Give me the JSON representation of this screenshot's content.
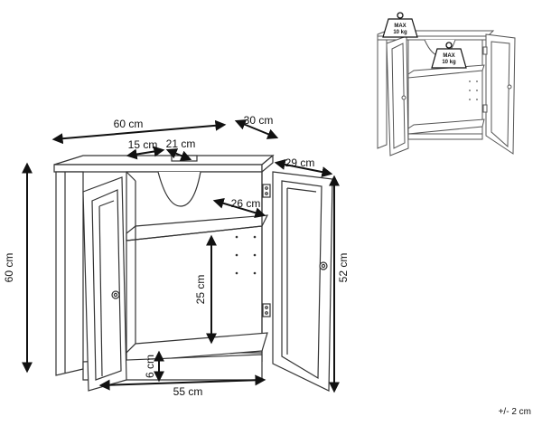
{
  "dimensions": {
    "width": "60 cm",
    "depth": "30 cm",
    "cutout_width": "15 cm",
    "cutout_depth": "21 cm",
    "door_depth": "29 cm",
    "shelf_depth": "26 cm",
    "overall_height": "60 cm",
    "inner_height": "25 cm",
    "door_height": "52 cm",
    "plinth_height": "6 cm",
    "inner_width": "55 cm"
  },
  "load_badges": [
    {
      "line1": "MAX",
      "line2": "10 kg"
    },
    {
      "line1": "MAX",
      "line2": "10 kg"
    }
  ],
  "tolerance": "+/- 2 cm"
}
